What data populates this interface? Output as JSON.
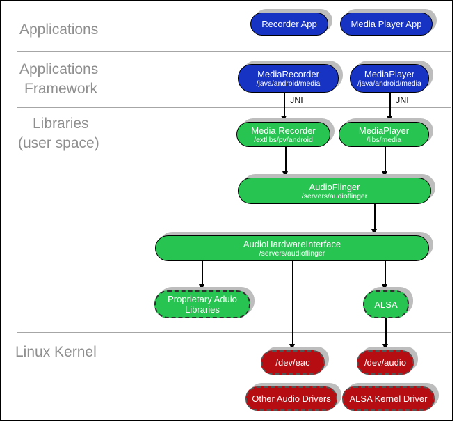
{
  "layers": {
    "applications": "Applications",
    "framework_line1": "Applications",
    "framework_line2": "Framework",
    "libraries_line1": "Libraries",
    "libraries_line2": "(user space)",
    "linux_kernel": "Linux Kernel"
  },
  "nodes": {
    "recorder_app": {
      "title": "Recorder App"
    },
    "media_player_app": {
      "title": "Media Player App"
    },
    "media_recorder_fw": {
      "title": "MediaRecorder",
      "subtitle": "/java/android/media"
    },
    "media_player_fw": {
      "title": "MediaPlayer",
      "subtitle": "/java/android/media"
    },
    "media_recorder_lib": {
      "title": "Media Recorder",
      "subtitle": "/extlibs/pv/android"
    },
    "media_player_lib": {
      "title": "MediaPlayer",
      "subtitle": "/libs/media"
    },
    "audio_flinger": {
      "title": "AudioFlinger",
      "subtitle": "/servers/audioflinger"
    },
    "audio_hardware_interface": {
      "title": "AudioHardwareInterface",
      "subtitle": "/servers/audioflinger"
    },
    "proprietary_audio_libraries": {
      "title": "Proprietary Aduio",
      "title_line2": "Libraries"
    },
    "alsa": {
      "title": "ALSA"
    },
    "dev_eac": {
      "title": "/dev/eac"
    },
    "dev_audio": {
      "title": "/dev/audio"
    },
    "other_audio_drivers": {
      "title": "Other Audio Drivers"
    },
    "alsa_kernel_driver": {
      "title": "ALSA Kernel Driver"
    }
  },
  "connector_labels": {
    "jni_left": "JNI",
    "jni_right": "JNI"
  },
  "colors": {
    "app_blue": "#1733c4",
    "lib_green": "#28c452",
    "kernel_red": "#b60d12",
    "shadow": "#bdbdbd",
    "label_gray": "#8f8f8f"
  }
}
